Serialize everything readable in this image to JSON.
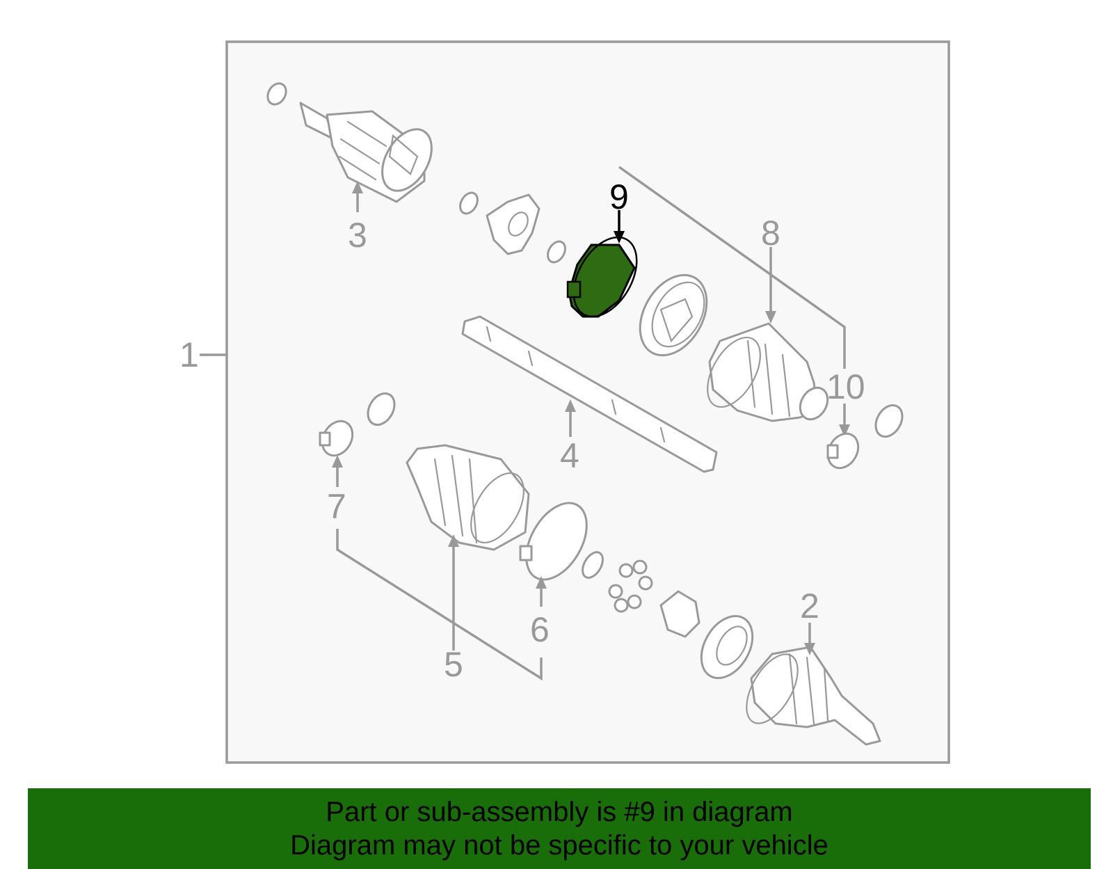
{
  "diagram": {
    "callouts": {
      "c1": "1",
      "c2": "2",
      "c3": "3",
      "c4": "4",
      "c5": "5",
      "c6": "6",
      "c7": "7",
      "c8": "8",
      "c9": "9",
      "c10": "10"
    },
    "highlighted_part": "9",
    "colors": {
      "frame": "#999999",
      "background": "#f8f8f8",
      "highlight_fill": "#2e6b13",
      "banner": "#1a6e0a"
    }
  },
  "banner": {
    "line1": "Part or sub-assembly is #9 in diagram",
    "line2": "Diagram may not be specific to your vehicle"
  }
}
